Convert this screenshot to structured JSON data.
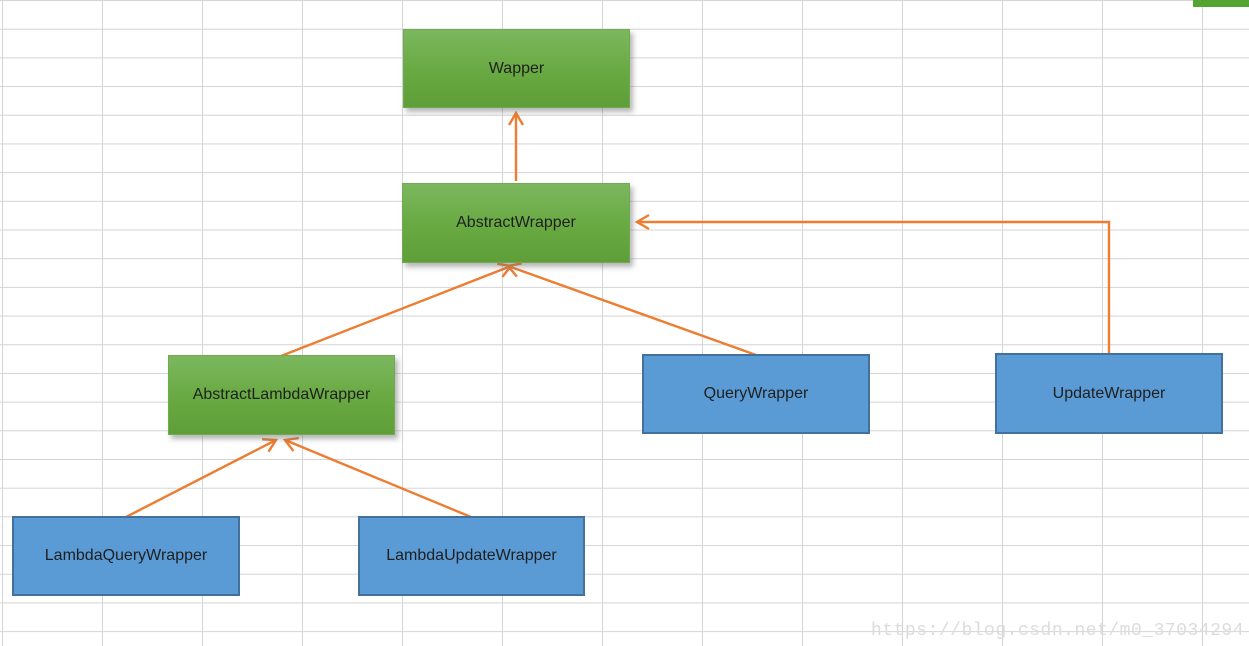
{
  "page": {
    "watermark": "https://blog.csdn.net/m0_37034294"
  },
  "colors": {
    "green_node_top": "#7cb75e",
    "green_node_bottom": "#5f9e38",
    "blue_node_fill": "#5B9BD5",
    "blue_node_border": "#41719C",
    "connector_orange": "#ED7D31",
    "grid_line": "#d4d4d4",
    "corner_strip_green": "#54a431",
    "watermark_gray": "#dcdcdc"
  },
  "diagram": {
    "nodes": [
      {
        "id": "wapper",
        "label": "Wapper",
        "kind": "green"
      },
      {
        "id": "abstract-wrapper",
        "label": "AbstractWrapper",
        "kind": "green"
      },
      {
        "id": "abstract-lambda-wrapper",
        "label": "AbstractLambdaWrapper",
        "kind": "green"
      },
      {
        "id": "query-wrapper",
        "label": "QueryWrapper",
        "kind": "blue"
      },
      {
        "id": "update-wrapper",
        "label": "UpdateWrapper",
        "kind": "blue"
      },
      {
        "id": "lambda-query-wrapper",
        "label": "LambdaQueryWrapper",
        "kind": "blue"
      },
      {
        "id": "lambda-update-wrapper",
        "label": "LambdaUpdateWrapper",
        "kind": "blue"
      }
    ],
    "edges": [
      {
        "from": "AbstractWrapper",
        "to": "Wapper"
      },
      {
        "from": "AbstractLambdaWrapper",
        "to": "AbstractWrapper"
      },
      {
        "from": "QueryWrapper",
        "to": "AbstractWrapper"
      },
      {
        "from": "UpdateWrapper",
        "to": "AbstractWrapper"
      },
      {
        "from": "LambdaQueryWrapper",
        "to": "AbstractLambdaWrapper"
      },
      {
        "from": "LambdaUpdateWrapper",
        "to": "AbstractLambdaWrapper"
      }
    ]
  }
}
